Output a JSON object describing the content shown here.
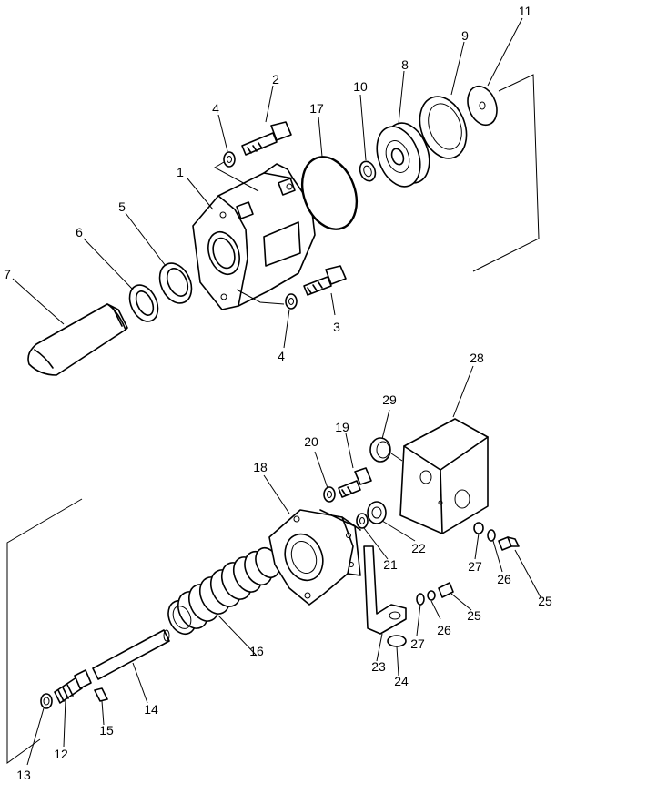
{
  "diagram": {
    "callouts": [
      {
        "id": "c1",
        "label": "1"
      },
      {
        "id": "c2",
        "label": "2"
      },
      {
        "id": "c3",
        "label": "3"
      },
      {
        "id": "c4a",
        "label": "4"
      },
      {
        "id": "c4b",
        "label": "4"
      },
      {
        "id": "c5",
        "label": "5"
      },
      {
        "id": "c6",
        "label": "6"
      },
      {
        "id": "c7",
        "label": "7"
      },
      {
        "id": "c8",
        "label": "8"
      },
      {
        "id": "c9",
        "label": "9"
      },
      {
        "id": "c10",
        "label": "10"
      },
      {
        "id": "c11",
        "label": "11"
      },
      {
        "id": "c12",
        "label": "12"
      },
      {
        "id": "c13",
        "label": "13"
      },
      {
        "id": "c14",
        "label": "14"
      },
      {
        "id": "c15",
        "label": "15"
      },
      {
        "id": "c16",
        "label": "16"
      },
      {
        "id": "c17",
        "label": "17"
      },
      {
        "id": "c18",
        "label": "18"
      },
      {
        "id": "c19",
        "label": "19"
      },
      {
        "id": "c20",
        "label": "20"
      },
      {
        "id": "c21",
        "label": "21"
      },
      {
        "id": "c22",
        "label": "22"
      },
      {
        "id": "c23",
        "label": "23"
      },
      {
        "id": "c24",
        "label": "24"
      },
      {
        "id": "c25a",
        "label": "25"
      },
      {
        "id": "c25b",
        "label": "25"
      },
      {
        "id": "c26a",
        "label": "26"
      },
      {
        "id": "c26b",
        "label": "26"
      },
      {
        "id": "c27a",
        "label": "27"
      },
      {
        "id": "c27b",
        "label": "27"
      },
      {
        "id": "c28",
        "label": "28"
      },
      {
        "id": "c29",
        "label": "29"
      }
    ]
  }
}
